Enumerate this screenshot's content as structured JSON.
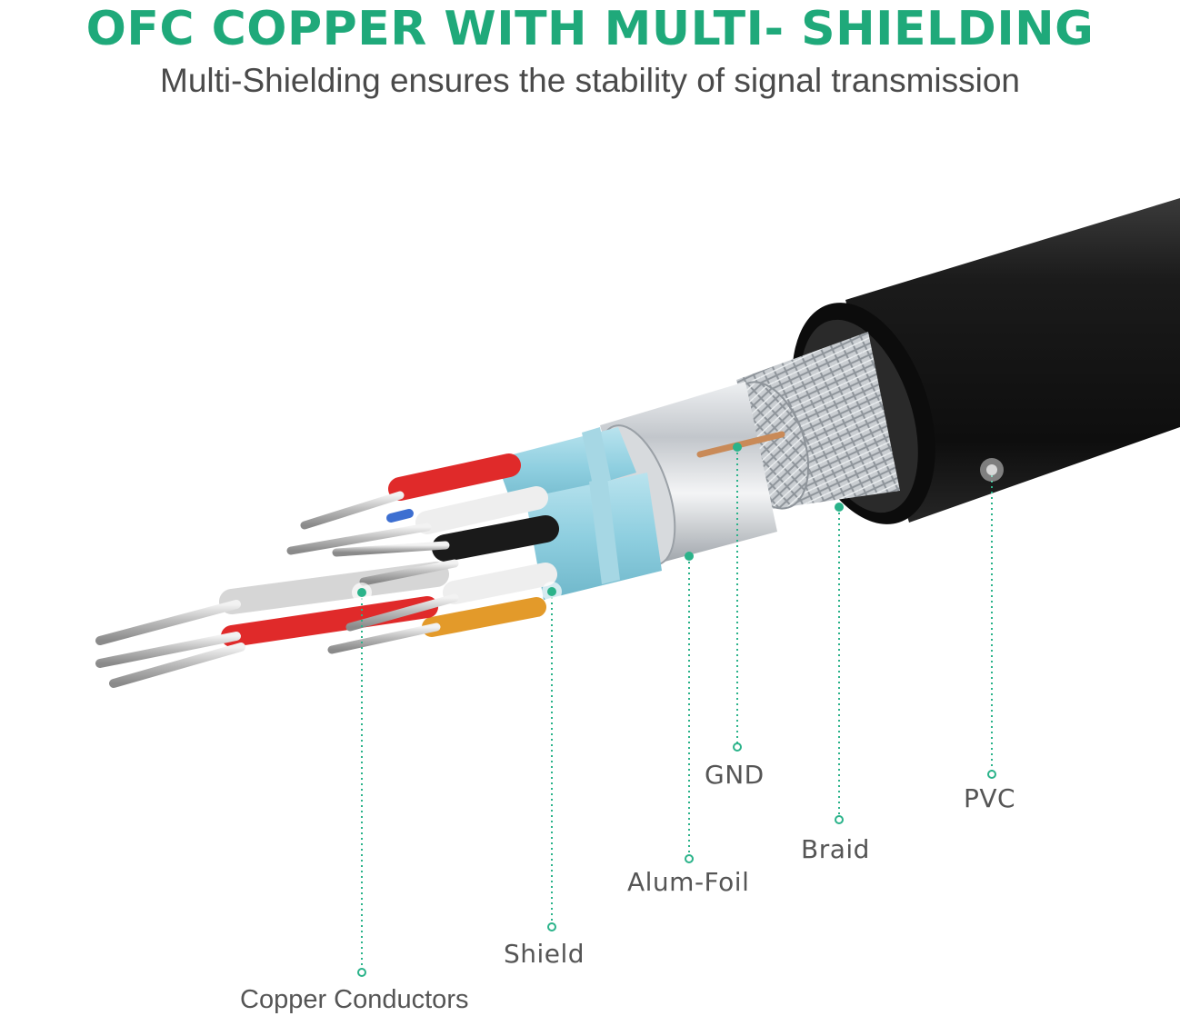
{
  "header": {
    "title": "OFC COPPER WITH MULTI- SHIELDING",
    "subtitle": "Multi-Shielding ensures the stability of signal transmission"
  },
  "labels": {
    "copper_conductors": "Copper Conductors",
    "shield": "Shield",
    "alum_foil": "Alum-Foil",
    "gnd": "GND",
    "braid": "Braid",
    "pvc": "PVC"
  },
  "colors": {
    "title": "#1fa97a",
    "subtitle": "#4a4a4a",
    "label_text": "#555555",
    "leader_line": "#2bb38a",
    "jacket": "#141414",
    "braid": "#c9cdd1",
    "foil": "#b9bec4",
    "shield_tape": "#8fcfe0",
    "wire_red": "#e02a2a",
    "wire_black": "#1a1a1a",
    "wire_white": "#eeeeee",
    "wire_orange": "#e39a2a",
    "wire_blue": "#3d6fd1"
  }
}
